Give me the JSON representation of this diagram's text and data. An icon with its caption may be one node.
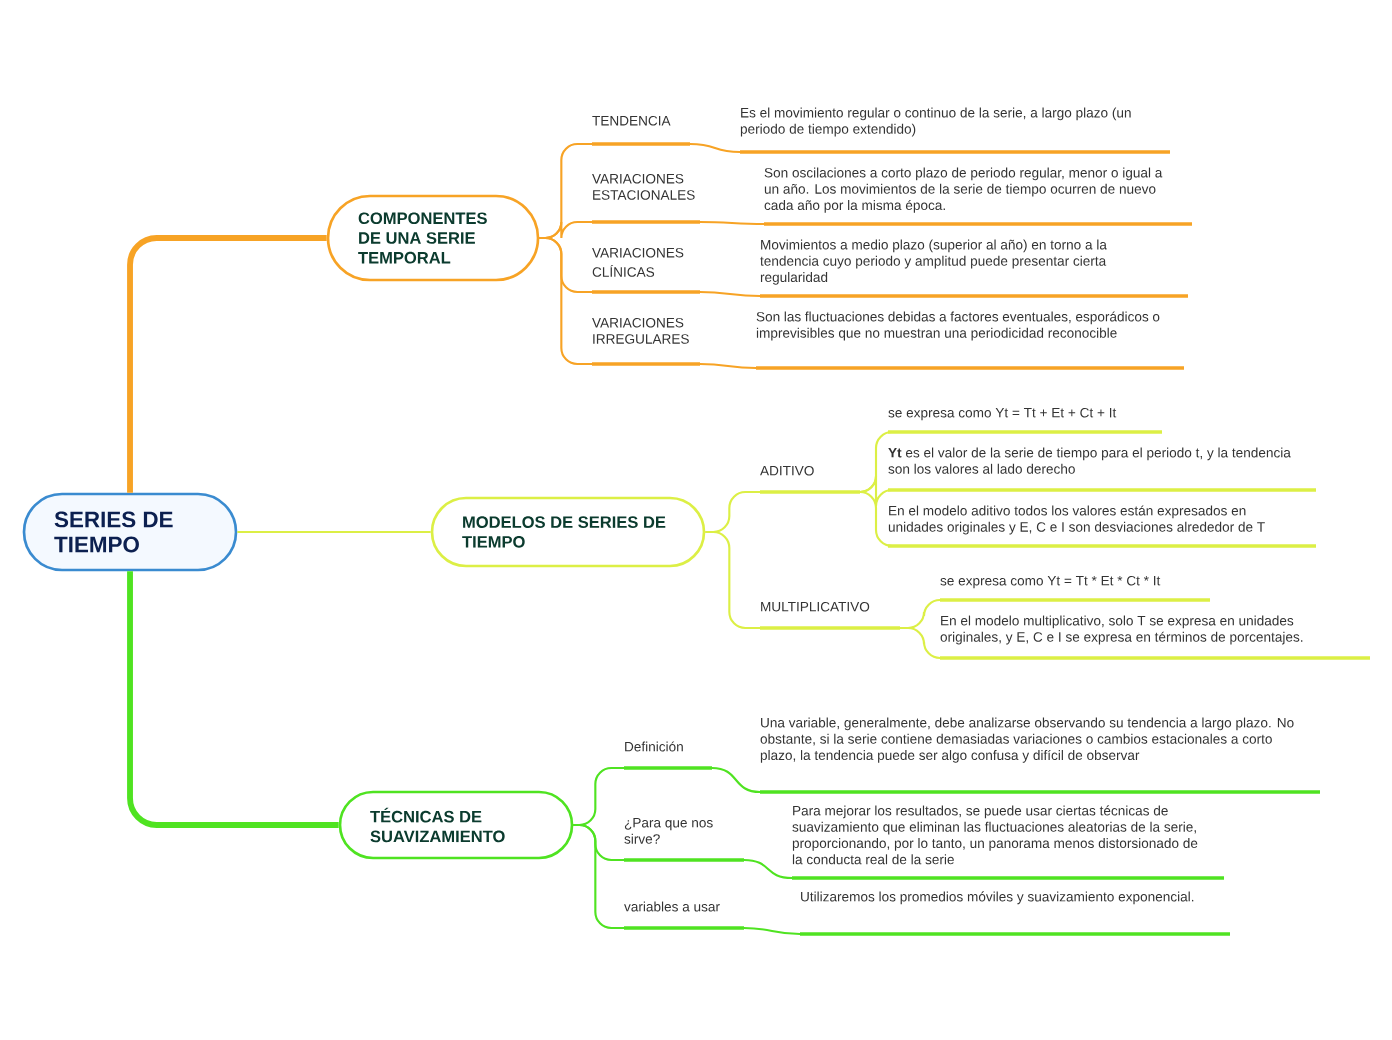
{
  "diagram": {
    "nodes": [
      {
        "text": [
          "SERIES DE TIEMPO"
        ]
      },
      {
        "text": [
          "COMPONENTES DE UNA SERIE TEMPORAL"
        ]
      },
      {
        "text": [
          "TENDENCIA"
        ]
      },
      {
        "text": [
          "Es el movimiento regular o continuo de la serie, a largo plazo (un periodo de tiempo extendido)"
        ]
      },
      {
        "text": [
          "VARIACIONES ESTACIONALES"
        ]
      },
      {
        "text": [
          "Son oscilaciones a corto plazo de periodo regular, menor o igual a un año. Los movimientos de la serie de tiempo ocurren de nuevo cada año por la misma época."
        ]
      },
      {
        "text": [
          "VARIACIONES CLÍNICAS"
        ]
      },
      {
        "text": [
          "Movimientos a medio plazo (superior al año) en torno a la tendencia cuyo periodo y amplitud puede presentar cierta regularidad"
        ]
      },
      {
        "text": [
          "VARIACIONES IRREGULARES"
        ]
      },
      {
        "text": [
          "Son las fluctuaciones debidas a factores eventuales, esporádicos o imprevisibles que no muestran una periodicidad reconocible"
        ]
      },
      {
        "text": [
          "MODELOS DE SERIES DE TIEMPO"
        ]
      },
      {
        "text": [
          "ADITIVO"
        ]
      },
      {
        "text": [
          "se expresa como Yt = Tt + Et + Ct + It"
        ]
      },
      {
        "text": [
          "**Yt** es el valor de la serie de tiempo para el periodo t, y la tendencia son los valores al lado derecho"
        ]
      },
      {
        "text": [
          "En el modelo aditivo todos los valores están expresados en unidades originales y E, C e I son desviaciones alrededor de T"
        ]
      },
      {
        "text": [
          "MULTIPLICATIVO"
        ]
      },
      {
        "text": [
          "se expresa como Yt = Tt * Et * Ct * It"
        ]
      },
      {
        "text": [
          "En el modelo multiplicativo, solo T se expresa en unidades originales, y E, C e I se expresa en términos de porcentajes."
        ]
      },
      {
        "text": [
          "TÉCNICAS DE SUAVIZAMIENTO"
        ]
      },
      {
        "text": [
          "Definición"
        ]
      },
      {
        "text": [
          "Una variable, generalmente, debe analizarse observando su tendencia a largo plazo. No obstante, si la serie contiene demasiadas variaciones o cambios estacionales a corto plazo, la tendencia puede ser algo confusa y difícil de observar"
        ]
      },
      {
        "text": [
          "¿Para que nos sirve?"
        ]
      },
      {
        "text": [
          "Para mejorar los resultados, se puede usar ciertas técnicas de suavizamiento que eliminan las fluctuaciones aleatorias de la serie, proporcionando, por lo tanto, un panorama menos distorsionado de la conducta real de la serie"
        ]
      },
      {
        "text": [
          "variables a usar"
        ]
      },
      {
        "text": [
          "Utilizaremos los promedios móviles y suavizamiento exponencial."
        ]
      }
    ],
    "edges": [
      {
        "from": 0,
        "to": 1,
        "arrow": "none",
        "style": "thick",
        "color": "#f7a325"
      },
      {
        "from": 1,
        "to": 2,
        "arrow": "none",
        "color": "#f7a325"
      },
      {
        "from": 2,
        "to": 3,
        "arrow": "none",
        "color": "#f7a325"
      },
      {
        "from": 1,
        "to": 4,
        "arrow": "none",
        "color": "#f7a325"
      },
      {
        "from": 4,
        "to": 5,
        "arrow": "none",
        "color": "#f7a325"
      },
      {
        "from": 1,
        "to": 6,
        "arrow": "none",
        "color": "#f7a325"
      },
      {
        "from": 6,
        "to": 7,
        "arrow": "none",
        "color": "#f7a325"
      },
      {
        "from": 1,
        "to": 8,
        "arrow": "none",
        "color": "#f7a325"
      },
      {
        "from": 8,
        "to": 9,
        "arrow": "none",
        "color": "#f7a325"
      },
      {
        "from": 0,
        "to": 10,
        "arrow": "none",
        "color": "#dcef45"
      },
      {
        "from": 10,
        "to": 11,
        "arrow": "none",
        "color": "#dcef45"
      },
      {
        "from": 11,
        "to": 12,
        "arrow": "none",
        "color": "#dcef45"
      },
      {
        "from": 11,
        "to": 13,
        "arrow": "none",
        "color": "#dcef45"
      },
      {
        "from": 11,
        "to": 14,
        "arrow": "none",
        "color": "#dcef45"
      },
      {
        "from": 10,
        "to": 15,
        "arrow": "none",
        "color": "#dcef45"
      },
      {
        "from": 15,
        "to": 16,
        "arrow": "none",
        "color": "#dcef45"
      },
      {
        "from": 15,
        "to": 17,
        "arrow": "none",
        "color": "#dcef45"
      },
      {
        "from": 0,
        "to": 18,
        "arrow": "none",
        "style": "thick",
        "color": "#4fe321"
      },
      {
        "from": 18,
        "to": 19,
        "arrow": "none",
        "color": "#4fe321"
      },
      {
        "from": 19,
        "to": 20,
        "arrow": "none",
        "color": "#4fe321"
      },
      {
        "from": 18,
        "to": 21,
        "arrow": "none",
        "color": "#4fe321"
      },
      {
        "from": 21,
        "to": 22,
        "arrow": "none",
        "color": "#4fe321"
      },
      {
        "from": 18,
        "to": 23,
        "arrow": "none",
        "color": "#4fe321"
      },
      {
        "from": 23,
        "to": 24,
        "arrow": "none",
        "color": "#4fe321"
      }
    ]
  }
}
